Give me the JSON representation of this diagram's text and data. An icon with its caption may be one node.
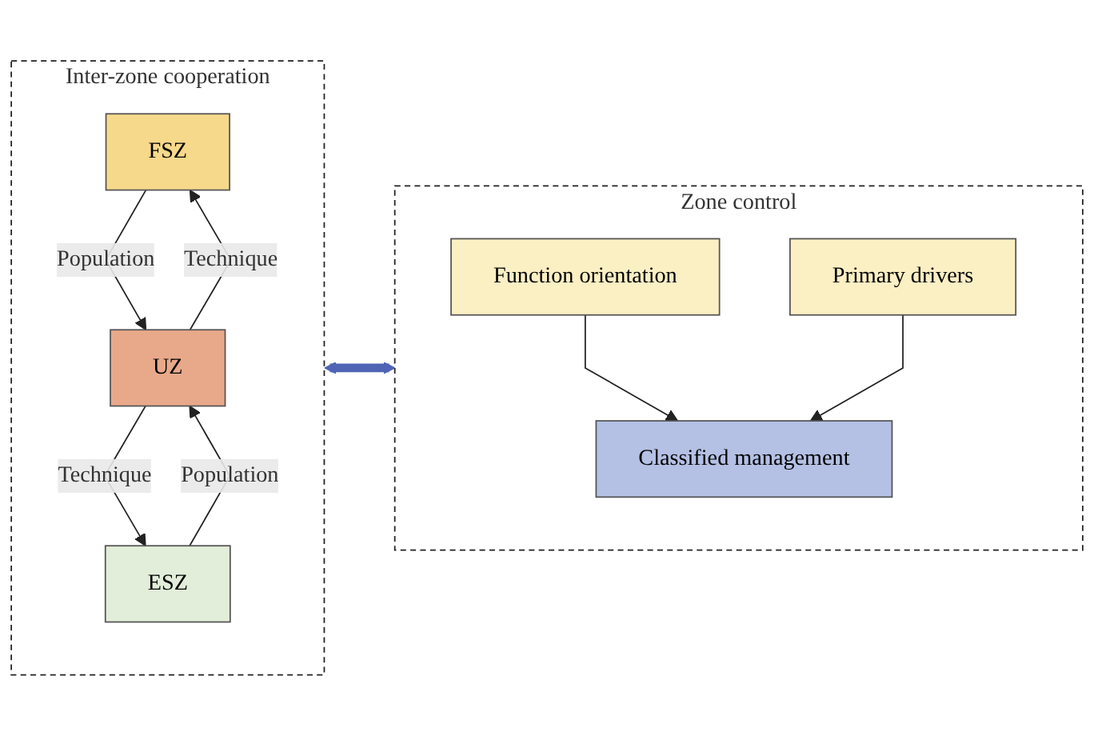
{
  "diagram": {
    "nodes": [
      {
        "text": [
          "Inter-zone cooperation"
        ]
      },
      {
        "text": [
          "FSZ"
        ],
        "in": 0
      },
      {
        "text": [
          "UZ"
        ],
        "in": 0
      },
      {
        "text": [
          "ESZ"
        ],
        "in": 0
      },
      {
        "text": [
          "Zone control"
        ]
      },
      {
        "text": [
          "Function orientation"
        ],
        "in": 4
      },
      {
        "text": [
          "Primary drivers"
        ],
        "in": 4
      },
      {
        "text": [
          "Classified management"
        ],
        "in": 4
      }
    ],
    "edges": [
      {
        "from": 1,
        "to": 2,
        "arrow": "to",
        "label": "Population"
      },
      {
        "from": 2,
        "to": 1,
        "arrow": "to",
        "label": "Technique"
      },
      {
        "from": 2,
        "to": 3,
        "arrow": "to",
        "label": "Technique"
      },
      {
        "from": 3,
        "to": 2,
        "arrow": "to",
        "label": "Population"
      },
      {
        "from": 0,
        "to": 4,
        "arrow": "both",
        "style": "thick",
        "color": "#4f64b4"
      },
      {
        "from": 5,
        "to": 7,
        "arrow": "to"
      },
      {
        "from": 6,
        "to": 7,
        "arrow": "to"
      }
    ]
  }
}
